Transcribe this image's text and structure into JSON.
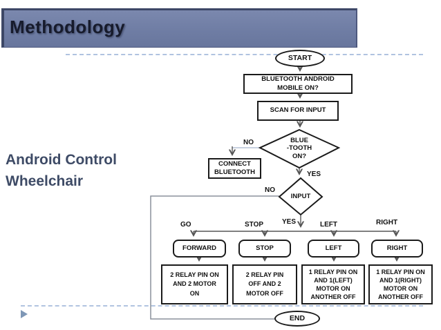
{
  "slide": {
    "title": "Methodology",
    "heading_lines": [
      "Android Control",
      "Wheelchair"
    ]
  },
  "colors": {
    "title_bar": "#6F7DA4",
    "title_bar_border": "#3D4766",
    "title_text": "#171B2C",
    "heading_text": "#3E4B66",
    "shape_border": "#1A1A1A",
    "shape_fill": "#FFFFFF",
    "connector": "#555555",
    "loop_connector": "#8A909C",
    "branch_connector_light": "#B6C2D6",
    "dashed_guide": "#B0C3E0",
    "bullet": "#7E97B6"
  },
  "flowchart": {
    "start_label": "START",
    "bluetooth_mobile_check_lines": [
      "BLUETOOTH ANDROID",
      "MOBILE ON?"
    ],
    "scan_label": "SCAN FOR INPUT",
    "bluetooth_decision_lines": [
      "BLUE",
      "-TOOTH",
      "ON?"
    ],
    "connect_bluetooth_lines": [
      "CONNECT",
      "BLUETOOTH"
    ],
    "input_decision_label": "INPUT",
    "branch_labels": {
      "no_bluetooth": "NO",
      "yes_bluetooth": "YES",
      "no_input": "NO",
      "yes_input": "YES",
      "go": "GO",
      "stop": "STOP",
      "left": "LEFT",
      "right": "RIGHT"
    },
    "command_boxes": {
      "forward": "FORWARD",
      "stop": "STOP",
      "left": "LEFT",
      "right": "RIGHT"
    },
    "action_boxes": {
      "forward_lines": [
        "2 RELAY PIN ON",
        "AND 2 MOTOR",
        "ON"
      ],
      "stop_lines": [
        "2 RELAY PIN",
        "OFF AND 2",
        "MOTOR OFF"
      ],
      "left_lines": [
        "1 RELAY PIN ON",
        "AND 1(LEFT)",
        "MOTOR ON",
        "ANOTHER OFF"
      ],
      "right_lines": [
        "1 RELAY PIN ON",
        "AND 1(RIGHT)",
        "MOTOR ON",
        "ANOTHER OFF"
      ]
    },
    "end_label": "END"
  }
}
